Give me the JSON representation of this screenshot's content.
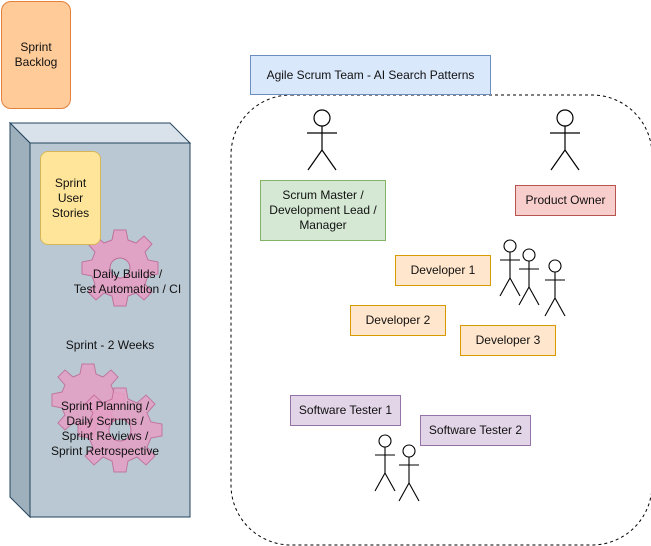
{
  "diagram": {
    "sprint_backlog": "Sprint\nBacklog",
    "team_title": "Agile Scrum Team - AI Search Patterns",
    "user_stories": "Sprint\nUser\nStories",
    "daily_builds": "Daily Builds /\nTest Automation / CI",
    "sprint_duration": "Sprint - 2 Weeks",
    "ceremonies": "Sprint Planning /\nDaily Scrums /\nSprint Reviews /\nSprint Retrospective",
    "roles": {
      "scrum_master": "Scrum Master /\nDevelopment Lead /\nManager",
      "product_owner": "Product Owner",
      "developer_1": "Developer 1",
      "developer_2": "Developer 2",
      "developer_3": "Developer 3",
      "tester_1": "Software Tester 1",
      "tester_2": "Software Tester 2"
    },
    "colors": {
      "backlog_fill": "#ffcc99",
      "backlog_stroke": "#e4813b",
      "column_fill": "#bac8d3",
      "column_stroke": "#23445d",
      "stories_fill": "#ffe599",
      "stories_stroke": "#d6b656",
      "gear_fill": "#e6a0c4",
      "gear_stroke": "#c06a98",
      "title_fill": "#dae8fc",
      "title_stroke": "#6c8ebf",
      "scrum_fill": "#d5e8d4",
      "scrum_stroke": "#82b366",
      "po_fill": "#f8cecc",
      "po_stroke": "#b85450",
      "dev_fill": "#ffe6cc",
      "dev_stroke": "#d79b00",
      "tester_fill": "#e1d5e7",
      "tester_stroke": "#9673a6"
    }
  }
}
